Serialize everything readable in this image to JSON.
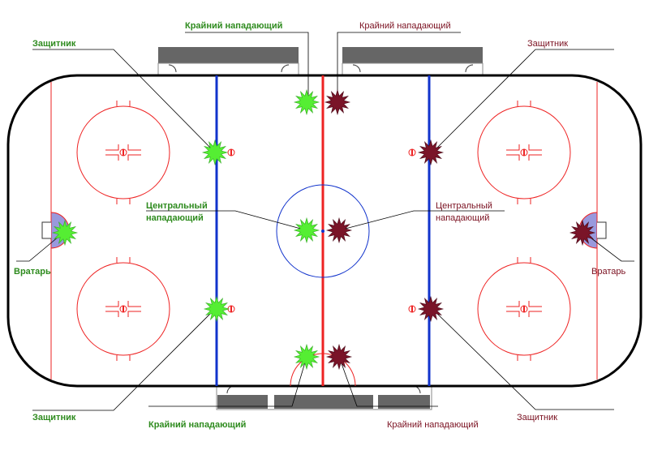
{
  "labels": {
    "left_defender_top": "Защитник",
    "left_defender_bottom": "Защитник",
    "left_winger_top": "Крайний нападающий",
    "left_winger_bottom": "Крайний нападающий",
    "left_center_line1": "Центральный",
    "left_center_line2": "нападающий",
    "left_goalie": "Вратарь",
    "right_defender_top": "Защитник",
    "right_defender_bottom": "Защитник",
    "right_winger_top": "Крайний нападающий",
    "right_winger_bottom": "Крайний нападающий",
    "right_center_line1": "Центральный",
    "right_center_line2": "нападающий",
    "right_goalie": "Вратарь"
  },
  "colors": {
    "team_left": "#55ee33",
    "team_right": "#7a1428",
    "label_left": "#2e8b1e",
    "label_right": "#7a1020",
    "rink_lines": "#ee2222",
    "blue_lines": "#1133cc",
    "crease": "#9999dd",
    "bench": "#666666"
  }
}
